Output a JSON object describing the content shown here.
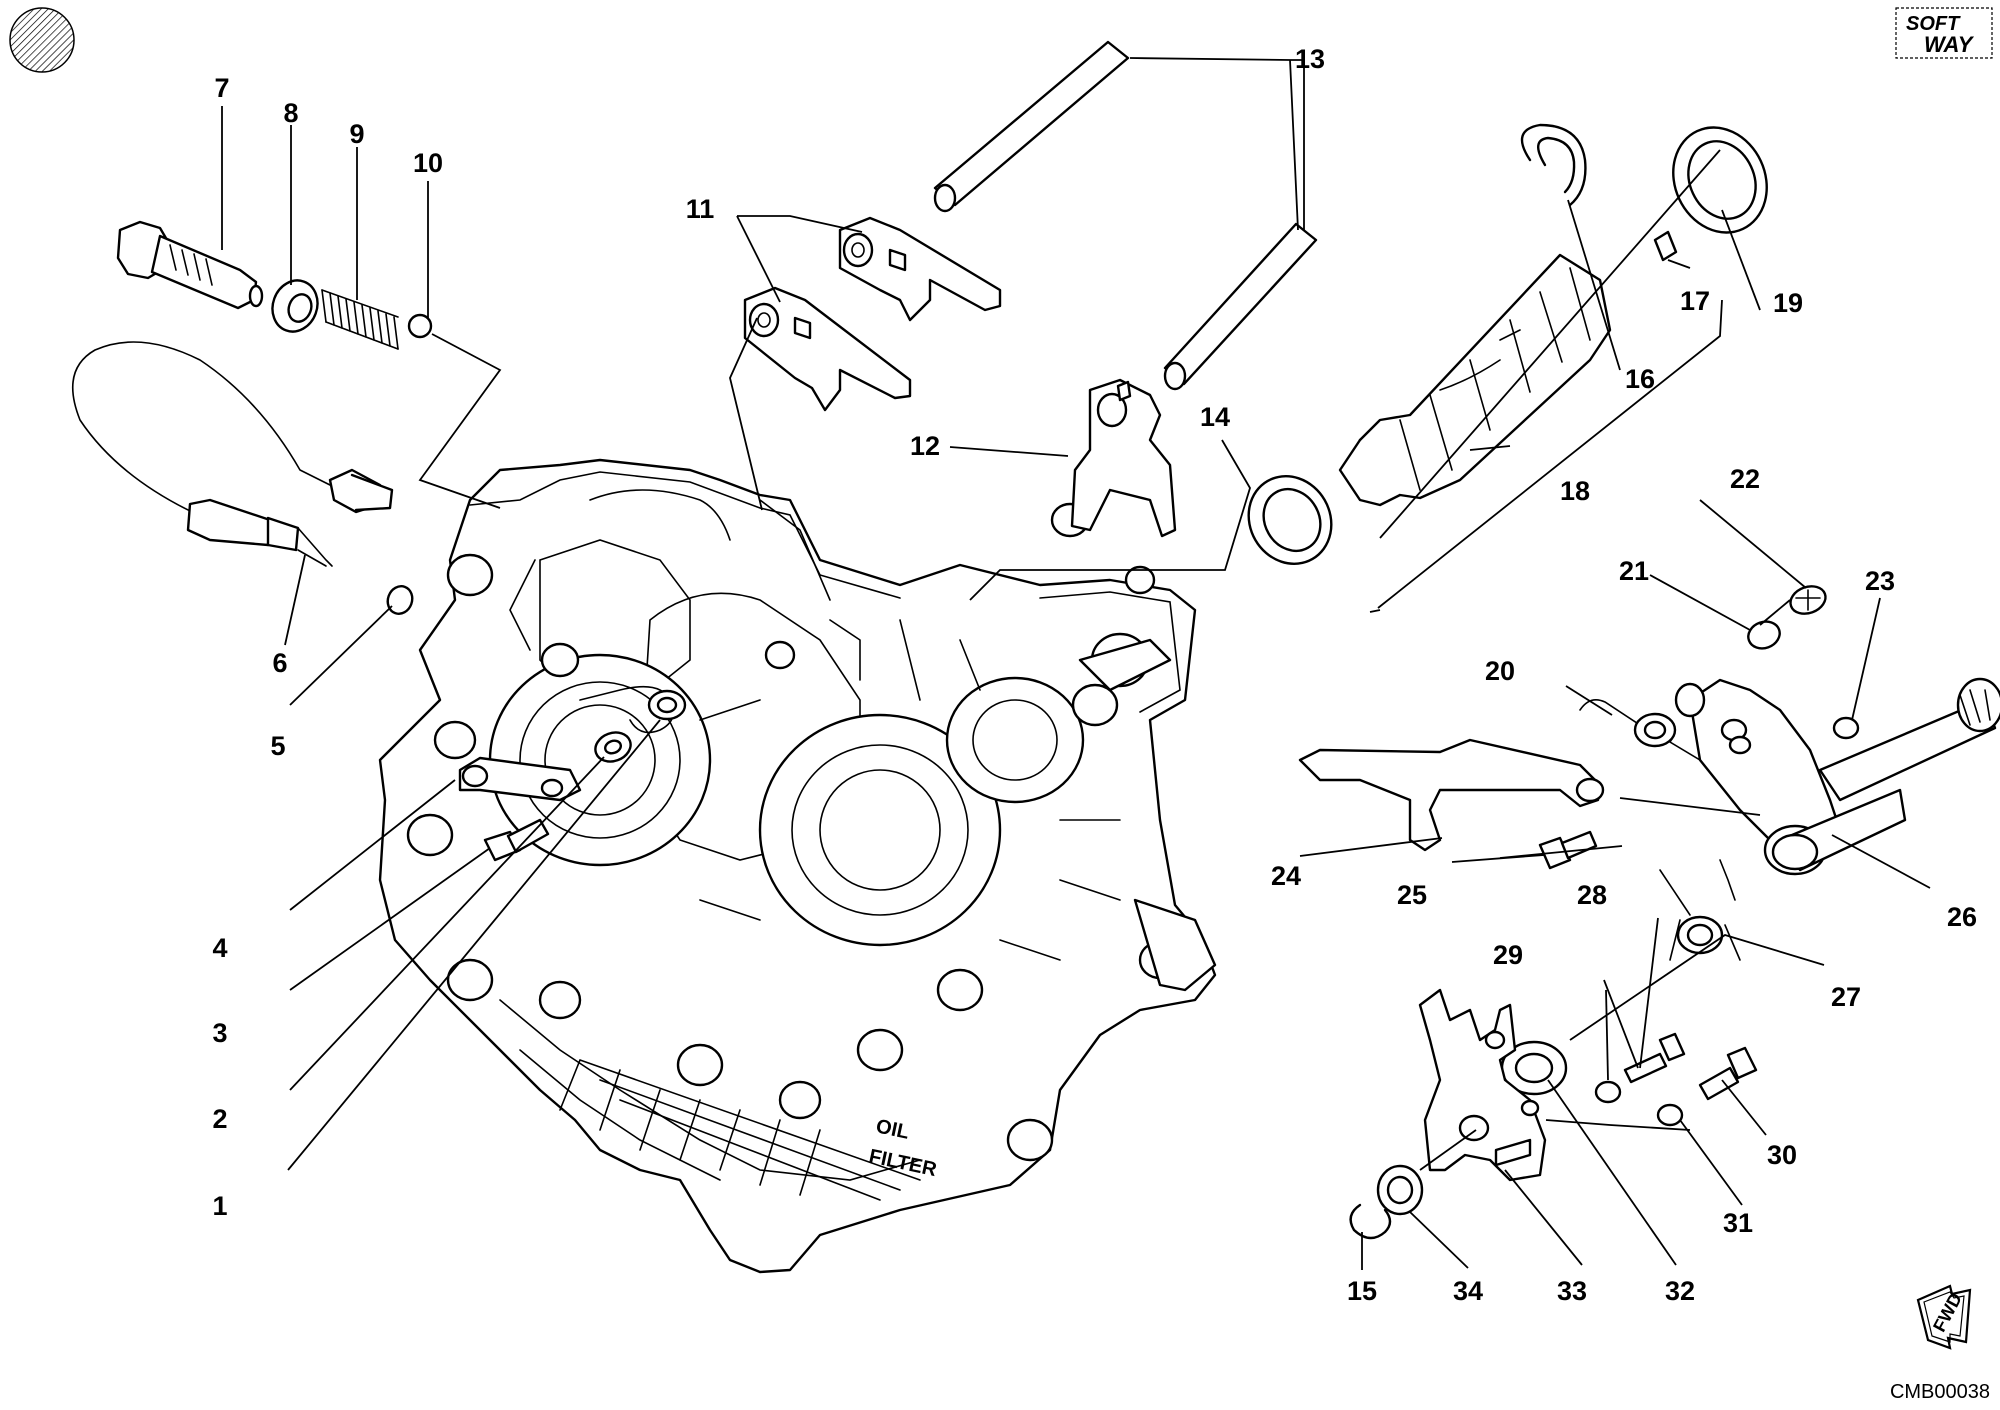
{
  "diagram": {
    "callouts": [
      "1",
      "2",
      "3",
      "4",
      "5",
      "6",
      "7",
      "8",
      "9",
      "10",
      "11",
      "12",
      "13",
      "14",
      "15",
      "16",
      "17",
      "18",
      "19",
      "20",
      "21",
      "22",
      "23",
      "24",
      "25",
      "26",
      "27",
      "28",
      "29",
      "30",
      "31",
      "32",
      "33",
      "34"
    ],
    "crankcase_labels": {
      "oil": "OIL",
      "filter": "FILTER"
    },
    "direction_badge": "FWD",
    "drawing_code": "CMB00038",
    "logo": {
      "line1": "SOFT",
      "line2": "WAY"
    }
  }
}
